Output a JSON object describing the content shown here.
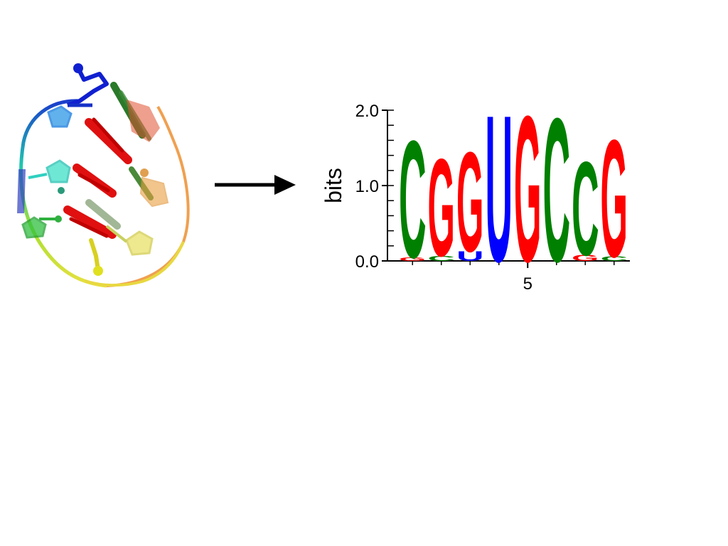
{
  "chart_data": {
    "type": "sequence-logo",
    "ylabel": "bits",
    "ylim": [
      0,
      2.0
    ],
    "yticks": [
      {
        "value": 0.0,
        "label": "0.0"
      },
      {
        "value": 1.0,
        "label": "1.0"
      },
      {
        "value": 2.0,
        "label": "2.0"
      }
    ],
    "xticks": [
      {
        "position": 5,
        "label": "5"
      }
    ],
    "colors": {
      "C": "#008000",
      "G": "#ff0000",
      "U": "#0000ff"
    },
    "positions": [
      {
        "position": 1,
        "letters": [
          {
            "base": "G",
            "bits": 0.05
          },
          {
            "base": "C",
            "bits": 1.6
          }
        ]
      },
      {
        "position": 2,
        "letters": [
          {
            "base": "C",
            "bits": 0.07
          },
          {
            "base": "G",
            "bits": 1.33
          }
        ]
      },
      {
        "position": 3,
        "letters": [
          {
            "base": "U",
            "bits": 0.13
          },
          {
            "base": "G",
            "bits": 1.36
          }
        ]
      },
      {
        "position": 4,
        "letters": [
          {
            "base": "U",
            "bits": 2.0
          }
        ]
      },
      {
        "position": 5,
        "letters": [
          {
            "base": "G",
            "bits": 1.99
          }
        ]
      },
      {
        "position": 6,
        "letters": [
          {
            "base": "C",
            "bits": 1.96
          }
        ]
      },
      {
        "position": 7,
        "letters": [
          {
            "base": "G",
            "bits": 0.08
          },
          {
            "base": "C",
            "bits": 1.28
          }
        ]
      },
      {
        "position": 8,
        "letters": [
          {
            "base": "C",
            "bits": 0.06
          },
          {
            "base": "G",
            "bits": 1.6
          }
        ]
      }
    ]
  }
}
